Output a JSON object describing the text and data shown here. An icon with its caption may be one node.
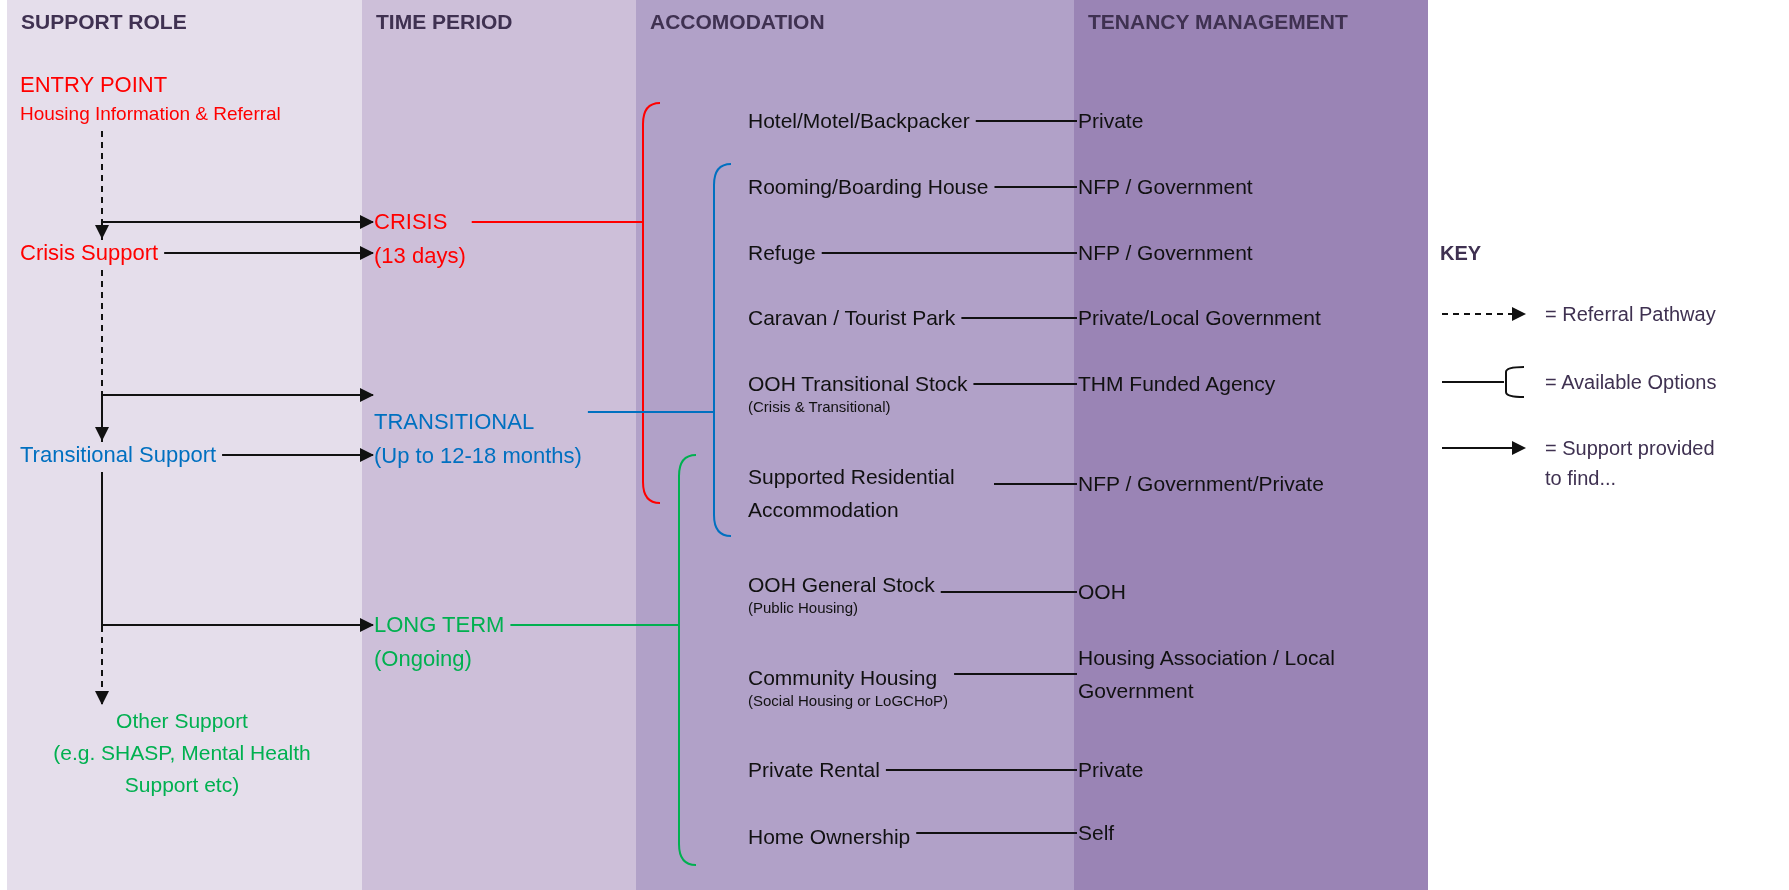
{
  "diagram": {
    "nodes": [
      {
        "text": [
          "SUPPORT ROLE"
        ]
      },
      {
        "text": [
          "TIME PERIOD"
        ]
      },
      {
        "text": [
          "ACCOMODATION"
        ]
      },
      {
        "text": [
          "TENANCY MANAGEMENT"
        ]
      },
      {
        "text": [
          "ENTRY POINT",
          "Housing Information & Referral"
        ],
        "in": 0
      },
      {
        "text": [
          "Crisis Support"
        ],
        "in": 0
      },
      {
        "text": [
          "Transitional Support"
        ],
        "in": 0
      },
      {
        "text": [
          "Other Support",
          "(e.g. SHASP, Mental Health Support etc)"
        ],
        "in": 0
      },
      {
        "text": [
          "CRISIS",
          "(13 days)"
        ],
        "in": 1
      },
      {
        "text": [
          "TRANSITIONAL",
          "(Up to 12-18 months)"
        ],
        "in": 1
      },
      {
        "text": [
          "LONG TERM",
          "(Ongoing)"
        ],
        "in": 1
      },
      {
        "text": [],
        "shape": "bracket",
        "in": 2
      },
      {
        "text": [],
        "shape": "bracket",
        "in": 2
      },
      {
        "text": [],
        "shape": "bracket",
        "in": 2
      },
      {
        "text": [
          "Hotel/Motel/Backpacker"
        ],
        "in": 2
      },
      {
        "text": [
          "Rooming/Boarding House"
        ],
        "in": 2
      },
      {
        "text": [
          "Refuge"
        ],
        "in": 2
      },
      {
        "text": [
          "Caravan / Tourist Park"
        ],
        "in": 2
      },
      {
        "text": [
          "OOH Transitional Stock",
          "(Crisis & Transitional)"
        ],
        "in": 2
      },
      {
        "text": [
          "Supported Residential Accommodation"
        ],
        "in": 2
      },
      {
        "text": [
          "OOH General Stock",
          "(Public Housing)"
        ],
        "in": 2
      },
      {
        "text": [
          "Community Housing",
          "(Social Housing or LoGCHoP)"
        ],
        "in": 2
      },
      {
        "text": [
          "Private Rental"
        ],
        "in": 2
      },
      {
        "text": [
          "Home Ownership"
        ],
        "in": 2
      },
      {
        "text": [
          "Private"
        ],
        "in": 3
      },
      {
        "text": [
          "NFP / Government"
        ],
        "in": 3
      },
      {
        "text": [
          "NFP / Government"
        ],
        "in": 3
      },
      {
        "text": [
          "Private/Local Government"
        ],
        "in": 3
      },
      {
        "text": [
          "THM Funded Agency"
        ],
        "in": 3
      },
      {
        "text": [
          "NFP / Government/Private"
        ],
        "in": 3
      },
      {
        "text": [
          "OOH"
        ],
        "in": 3
      },
      {
        "text": [
          "Housing Association / Local Government"
        ],
        "in": 3
      },
      {
        "text": [
          "Private"
        ],
        "in": 3
      },
      {
        "text": [
          "Self"
        ],
        "in": 3
      }
    ],
    "edges": [
      {
        "from": 4,
        "to": 5,
        "arrow": "to",
        "style": "dashed"
      },
      {
        "from": 5,
        "to": 6,
        "arrow": "to",
        "style": "dashed"
      },
      {
        "from": 6,
        "to": 7,
        "arrow": "to",
        "style": "dashed"
      },
      {
        "from": 5,
        "to": 8,
        "arrow": "to"
      },
      {
        "from": 5,
        "to": 8,
        "arrow": "to"
      },
      {
        "from": 6,
        "to": 9,
        "arrow": "to"
      },
      {
        "from": 6,
        "to": 9,
        "arrow": "to"
      },
      {
        "from": 6,
        "to": 10,
        "arrow": "to"
      },
      {
        "from": 8,
        "to": 11,
        "arrow": "none",
        "color": "#ff0000"
      },
      {
        "from": 9,
        "to": 13,
        "arrow": "none",
        "color": "#0070c0"
      },
      {
        "from": 10,
        "to": 12,
        "arrow": "none",
        "color": "#00b050"
      },
      {
        "from": 14,
        "to": 24,
        "arrow": "none"
      },
      {
        "from": 15,
        "to": 25,
        "arrow": "none"
      },
      {
        "from": 16,
        "to": 26,
        "arrow": "none"
      },
      {
        "from": 17,
        "to": 27,
        "arrow": "none"
      },
      {
        "from": 18,
        "to": 28,
        "arrow": "none"
      },
      {
        "from": 19,
        "to": 29,
        "arrow": "none"
      },
      {
        "from": 20,
        "to": 30,
        "arrow": "none"
      },
      {
        "from": 21,
        "to": 31,
        "arrow": "none"
      },
      {
        "from": 22,
        "to": 32,
        "arrow": "none"
      },
      {
        "from": 23,
        "to": 33,
        "arrow": "none"
      }
    ],
    "labels": [
      "KEY"
    ],
    "legend": [
      {
        "text": "= Referral Pathway"
      },
      {
        "text": "= Available Options"
      },
      {
        "text": "= Support provided to find..."
      }
    ]
  }
}
